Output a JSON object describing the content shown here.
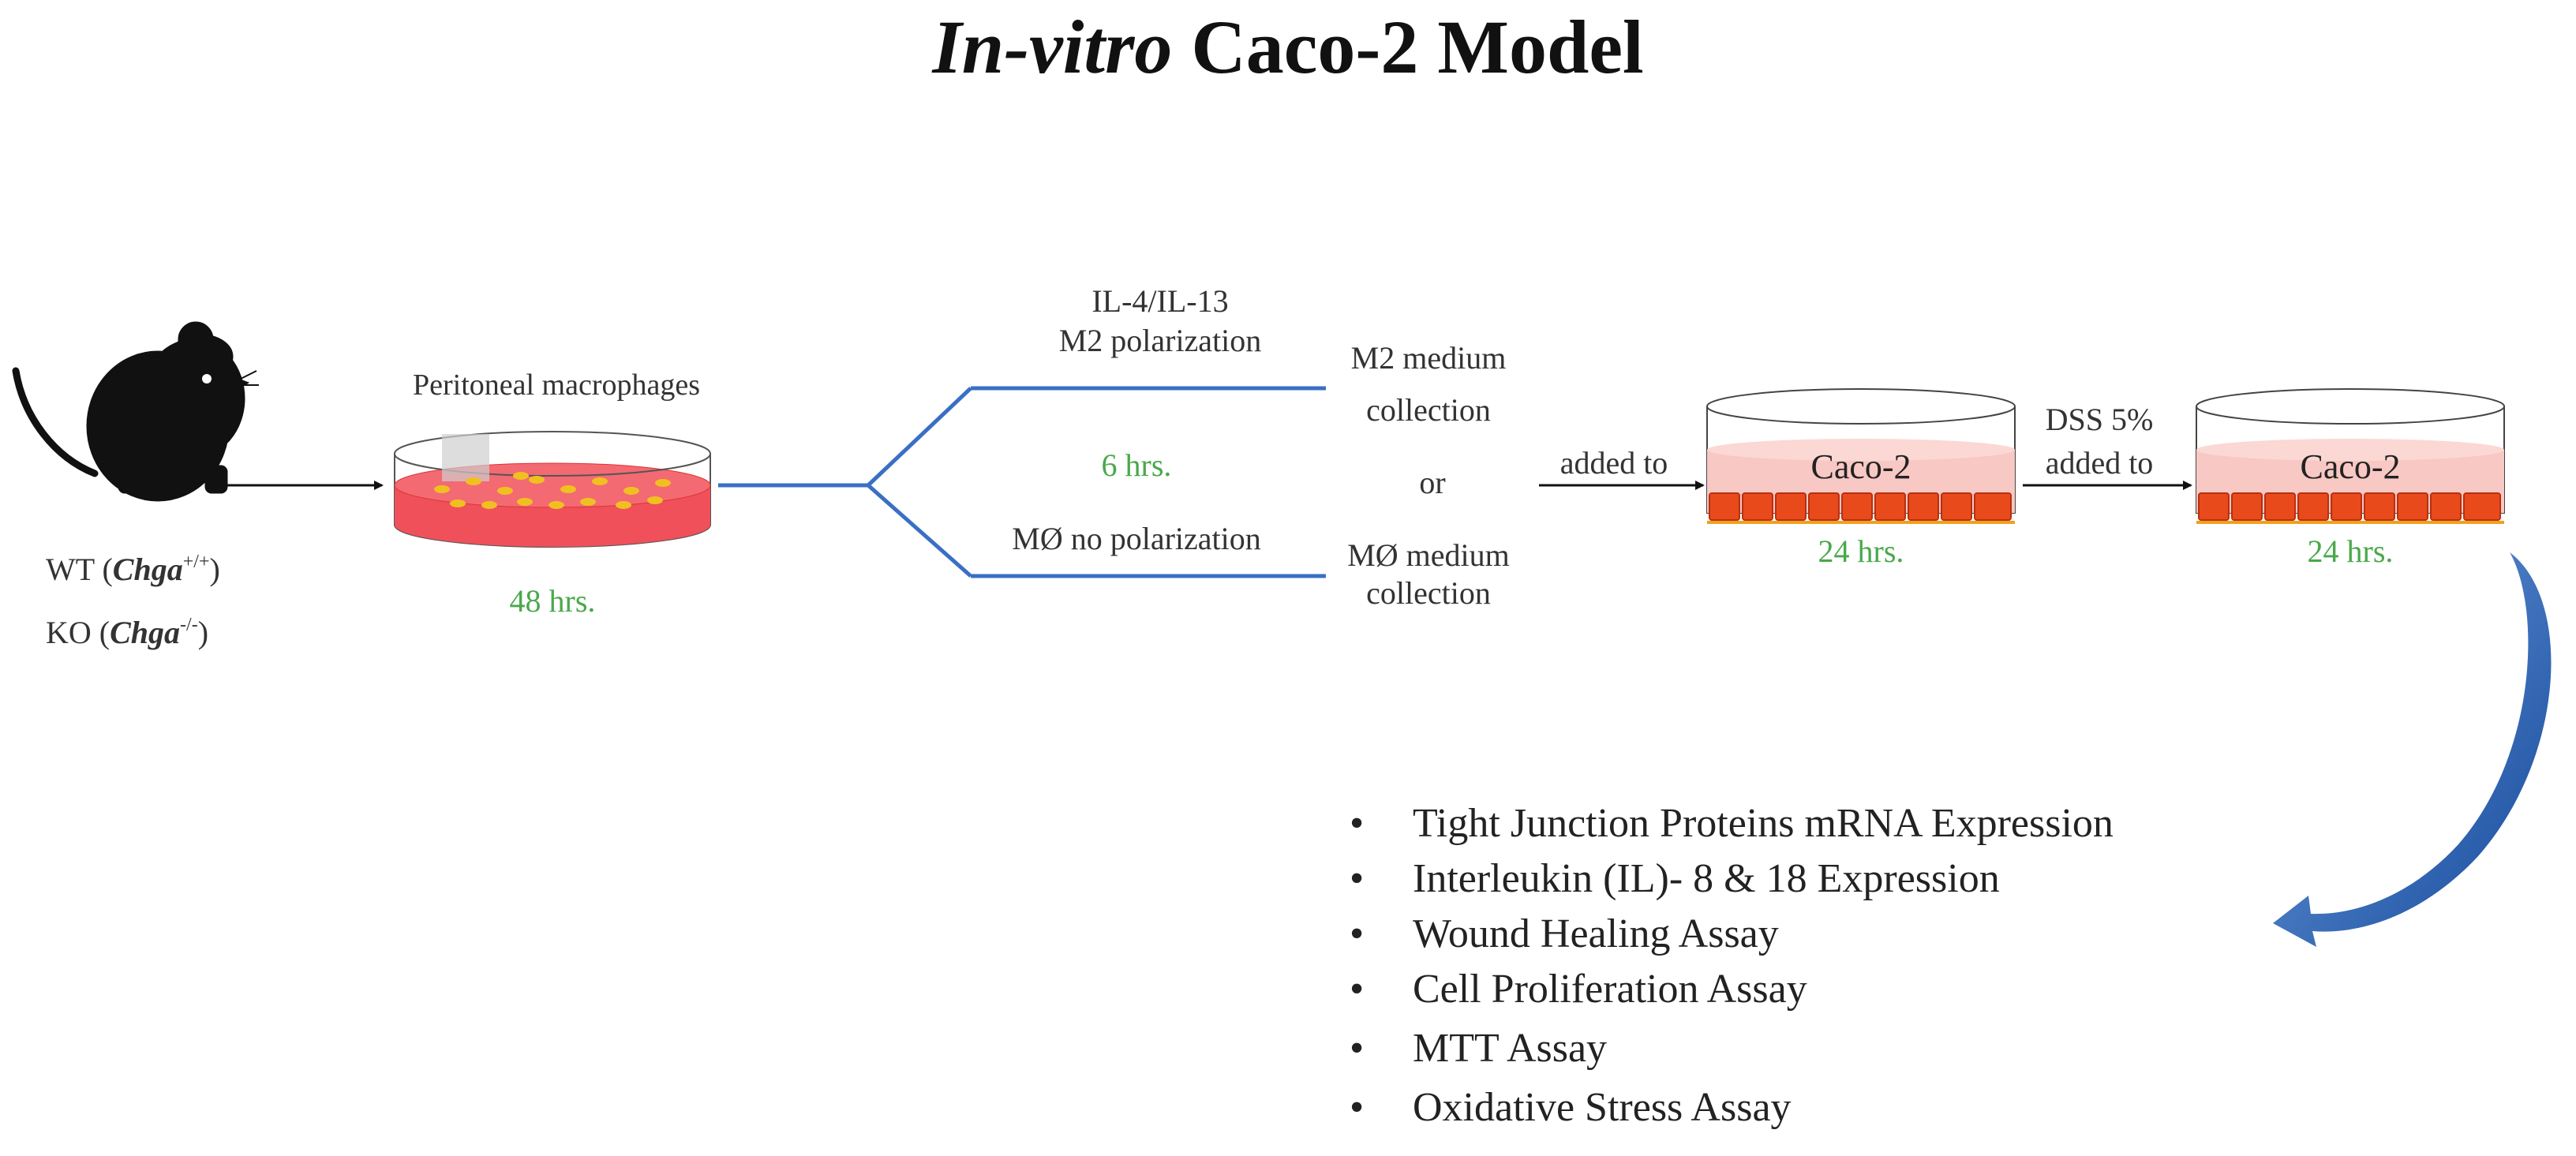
{
  "title": {
    "italic": "In-vitro",
    "rest": " Caco-2 Model"
  },
  "mouse": {
    "wt_prefix": "WT (",
    "wt_gene": "Chga",
    "wt_sup": "+/+",
    "wt_suffix": ")",
    "ko_prefix": "KO (",
    "ko_gene": "Chga",
    "ko_sup": "-/-",
    "ko_suffix": ")"
  },
  "macrophages": {
    "label": "Peritoneal macrophages",
    "time": "48 hrs."
  },
  "polarization": {
    "upper_line1": "IL-4/IL-13",
    "upper_line2": "M2 polarization",
    "time": "6 hrs.",
    "lower": "MØ no polarization"
  },
  "collection": {
    "m2_line1": "M2 medium",
    "m2_line2": "collection",
    "or": "or",
    "mo_line1": "MØ medium",
    "mo_line2": "collection"
  },
  "caco1": {
    "added_to": "added to",
    "label": "Caco-2",
    "time": "24 hrs."
  },
  "caco2": {
    "dss": "DSS 5%",
    "added_to": "added to",
    "label": "Caco-2",
    "time": "24 hrs."
  },
  "outcomes": [
    "Tight Junction Proteins mRNA Expression",
    "Interleukin (IL)- 8 & 18 Expression",
    "Wound Healing Assay",
    "Cell Proliferation Assay",
    "MTT Assay",
    "Oxidative Stress Assay"
  ],
  "colors": {
    "branch_line": "#3a6fc4",
    "time_text": "#4aa84a",
    "dish_medium": "#f0505a",
    "caco_cells": "#e84a1c",
    "curved_arrow": "#1f5fa8"
  }
}
